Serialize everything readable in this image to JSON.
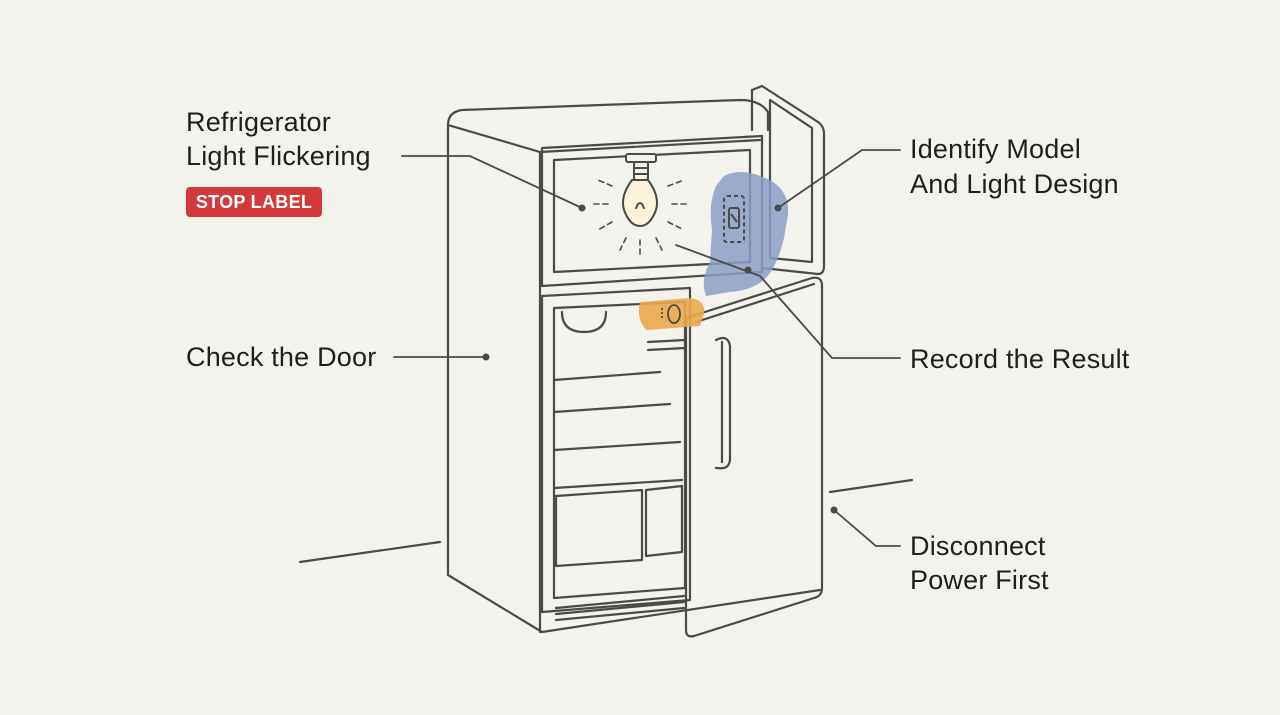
{
  "colors": {
    "background": "#f3f2ec",
    "stroke": "#4a4a4a",
    "badge": "#d3393b",
    "highlight_blue": "#8a9fc6",
    "highlight_orange": "#e9a84a"
  },
  "labels": {
    "title_line1": "Refrigerator",
    "title_line2": "Light Flickering",
    "badge": "STOP LABEL",
    "identify_line1": "Identify Model",
    "identify_line2": "And Light Design",
    "check_door": "Check the Door",
    "record_result": "Record the Result",
    "disconnect_line1": "Disconnect",
    "disconnect_line2": "Power First"
  },
  "icons": [
    "light-bulb-icon",
    "door-switch-icon",
    "thermostat-dial-icon"
  ]
}
